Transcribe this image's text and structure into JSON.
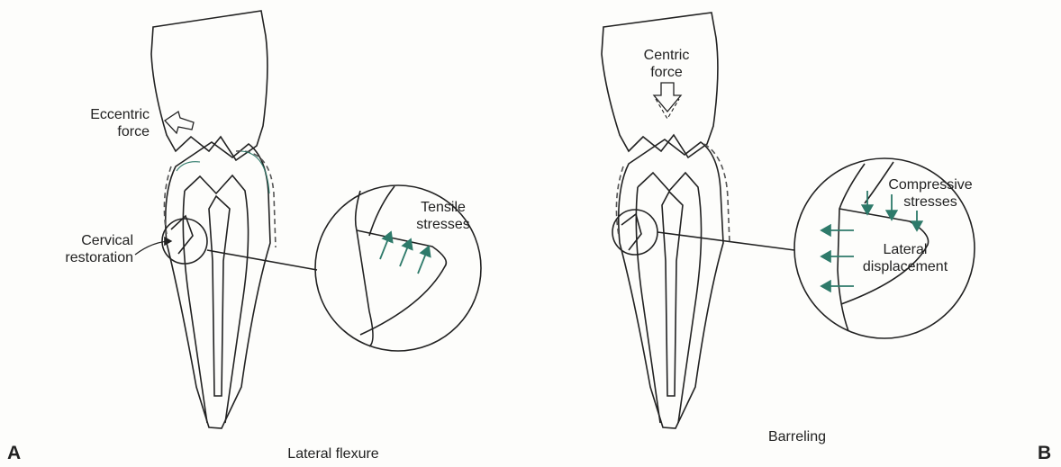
{
  "panel_a": {
    "letter": "A",
    "caption": "Lateral flexure",
    "force_label_line1": "Eccentric",
    "force_label_line2": "force",
    "restoration_label_line1": "Cervical",
    "restoration_label_line2": "restoration",
    "stress_label_line1": "Tensile",
    "stress_label_line2": "stresses"
  },
  "panel_b": {
    "letter": "B",
    "caption": "Barreling",
    "force_label_line1": "Centric",
    "force_label_line2": "force",
    "stress_label_line1": "Compressive",
    "stress_label_line2": "stresses",
    "displacement_label_line1": "Lateral",
    "displacement_label_line2": "displacement"
  },
  "colors": {
    "line": "#222222",
    "arrow_green": "#2e7a6a",
    "background": "#fdfdfb"
  }
}
